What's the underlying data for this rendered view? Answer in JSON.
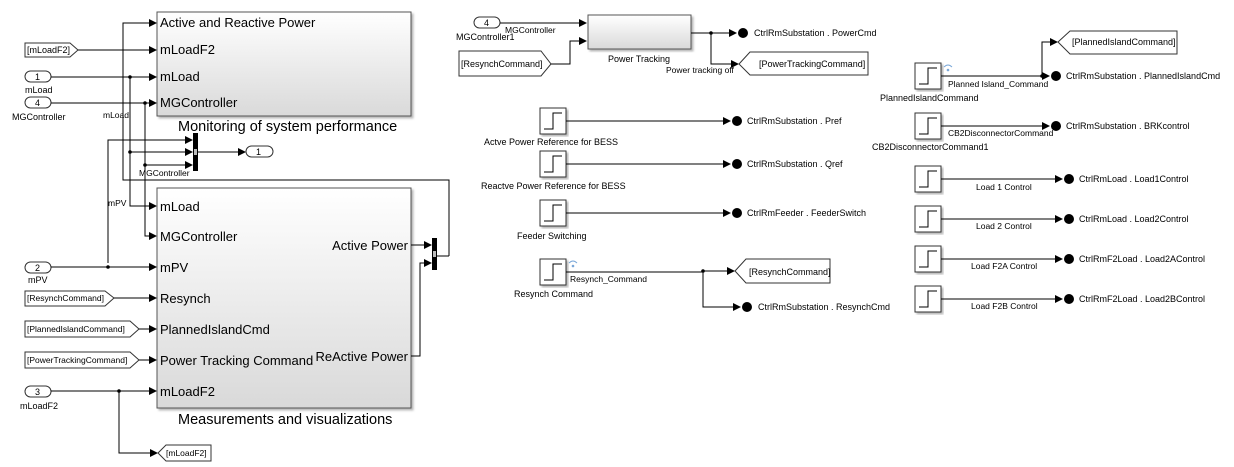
{
  "subsystems": {
    "monitoring": {
      "title": "Monitoring of system performance",
      "inputs": [
        "Active and Reactive Power",
        "mLoadF2",
        "mLoad",
        "MGController"
      ]
    },
    "measurements": {
      "title": "Measurements and visualizations",
      "inputs": [
        "mLoad",
        "MGController",
        "mPV",
        "Resynch",
        "PlannedIslandCmd",
        "Power Tracking Command",
        "mLoadF2"
      ],
      "outputs": [
        "Active Power",
        "ReActive Power"
      ]
    },
    "power_tracking": {
      "title": "Power Tracking",
      "output_signal": "Power tracking off"
    }
  },
  "inports": [
    {
      "number": "1",
      "name": "mLoad"
    },
    {
      "number": "4",
      "name": "MGController"
    },
    {
      "number": "2",
      "name": "mPV"
    },
    {
      "number": "3",
      "name": "mLoadF2"
    },
    {
      "number": "4",
      "name": "MGController1",
      "signal": "MGController"
    }
  ],
  "outport": {
    "number": "1"
  },
  "froms": {
    "mloadf2": "[mLoadF2]",
    "resynch": "[ResynchCommand]",
    "planned": "[PlannedIslandCommand]",
    "powertracking": "[PowerTrackingCommand]",
    "resynch_pt": "[ResynchCommand]"
  },
  "gotos": {
    "mloadf2": "[mLoadF2]",
    "powertracking": "[PowerTrackingCommand]",
    "resynch": "[ResynchCommand]",
    "planned": "[PlannedIslandCommand]"
  },
  "signal_labels": {
    "mload": "mLoad",
    "mgcontroller": "MGController",
    "mpv": "mPV"
  },
  "step_blocks": [
    {
      "name": "Actve Power Reference for BESS",
      "signal": "",
      "target": "CtrlRmSubstation . Pref"
    },
    {
      "name": "Reactve Power Reference for BESS",
      "signal": "",
      "target": "CtrlRmSubstation . Qref"
    },
    {
      "name": "Feeder Switching",
      "signal": "",
      "target": "CtrlRmFeeder . FeederSwitch"
    },
    {
      "name": "Resynch Command",
      "signal": "Resynch_Command",
      "target": "CtrlRmSubstation . ResynchCmd"
    },
    {
      "name": "PlannedIslandCommand",
      "signal": "Planned Island_Command",
      "target": "CtrlRmSubstation . PlannedIslandCmd"
    },
    {
      "name": "CB2DisconnectorCommand1",
      "signal": "CB2DisconnectorCommand",
      "target": "CtrlRmSubstation . BRKcontrol"
    },
    {
      "name": "",
      "signal": "Load 1 Control",
      "target": "CtrlRmLoad . Load1Control"
    },
    {
      "name": "",
      "signal": "Load 2 Control",
      "target": "CtrlRmLoad . Load2Control"
    },
    {
      "name": "",
      "signal": "Load F2A Control",
      "target": "CtrlRmF2Load . Load2AControl"
    },
    {
      "name": "",
      "signal": "Load F2B Control",
      "target": "CtrlRmF2Load . Load2BControl"
    }
  ],
  "power_cmd_target": "CtrlRmSubstation . PowerCmd"
}
